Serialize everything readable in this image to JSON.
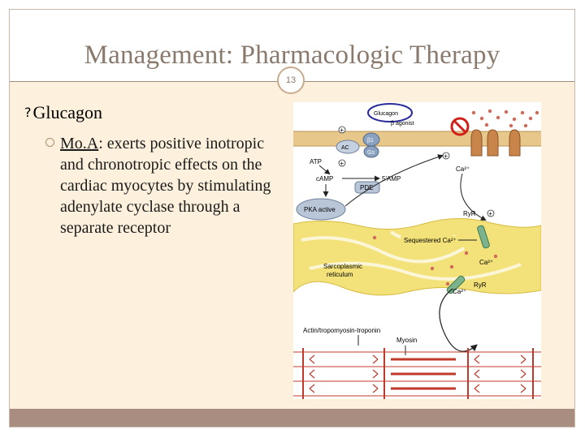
{
  "slide": {
    "title": "Management: Pharmacologic Therapy",
    "page_number": "13",
    "bullet_marker": "?",
    "bullet": "Glucagon",
    "sub_bullet": {
      "label": "Mo.A",
      "text": ": exerts positive inotropic and chronotropic effects on the cardiac myocytes by stimulating adenylate cyclase through a separate receptor"
    }
  },
  "diagram": {
    "labels": {
      "glucagon": "Glucagon",
      "agonist": "β agonist",
      "plus": "+",
      "ac": "AC",
      "b1": "β1",
      "gs": "Gs",
      "atp": "ATP",
      "camp": "cAMP",
      "five_amp": "5'AMP",
      "pde": "PDE",
      "pka": "PKA active",
      "ca_top": "Ca²⁺",
      "ryr_top": "RyR",
      "sequestered": "Sequestered Ca²⁺",
      "ca_mid": "Ca²⁺",
      "sr_line1": "Sarcoplasmic",
      "sr_line2": "reticulum",
      "ca_low": "Ca²⁺",
      "ryr_low": "RyR",
      "actin": "Actin/tropomyosin-troponin",
      "myosin": "Myosin"
    },
    "colors": {
      "membrane": "#e8c88a",
      "sr": "#f3e27a",
      "pka": "#b8c6d8",
      "channel": "#c9844a",
      "myosin": "#c0392b",
      "circle_highlight": "#2a2a9a",
      "prohibit": "#d0201a"
    }
  }
}
